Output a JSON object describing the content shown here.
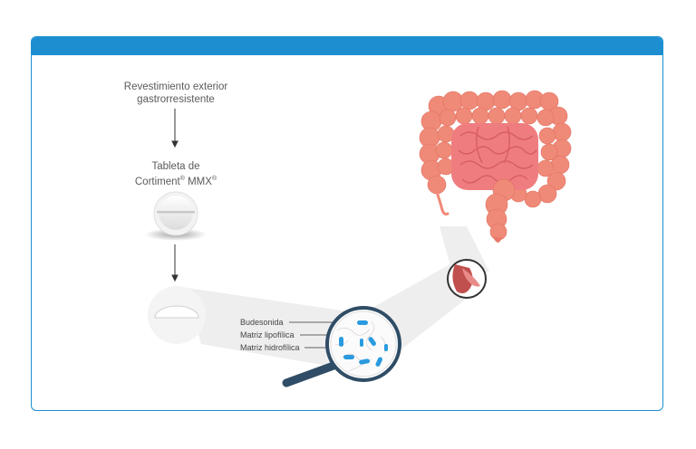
{
  "labels": {
    "coating_line1": "Revestimiento exterior",
    "coating_line2": "gastrorresistente",
    "tablet_line1": "Tableta de",
    "tablet_line2_main": "Cortiment",
    "tablet_line2_reg": "®",
    "tablet_line2_mmx": " MMX",
    "tablet_line2_reg2": "®",
    "budesonide": "Budesonida",
    "lipophilic": "Matriz lipofílica",
    "hydrophilic": "Matriz hidrofílica"
  },
  "colors": {
    "header": "#1d8fd0",
    "budesonide_granule": "#2a9be0",
    "intestine": "#f08a78",
    "small_intestine": "#ef7d7f",
    "magnifier_handle": "#2f4d66"
  }
}
